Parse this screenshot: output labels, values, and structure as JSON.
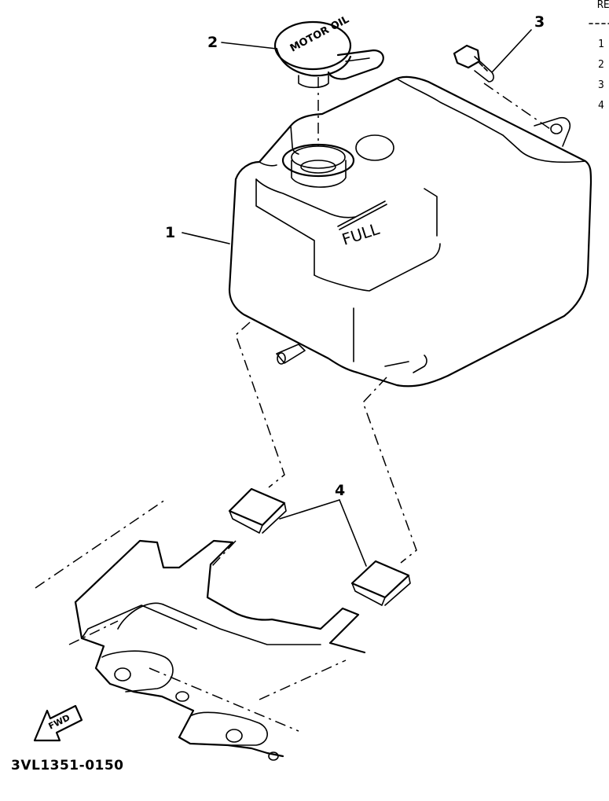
{
  "diagram": {
    "callouts": [
      "1",
      "2",
      "3",
      "4"
    ],
    "tank_label": "FULL",
    "cap_text": "MOTOR OIL",
    "fwd_label": "FWD",
    "drawing_code": "3VL1351-0150",
    "table_stub": {
      "header": "RE",
      "rows": [
        "1",
        "2",
        "3",
        "4"
      ]
    }
  }
}
